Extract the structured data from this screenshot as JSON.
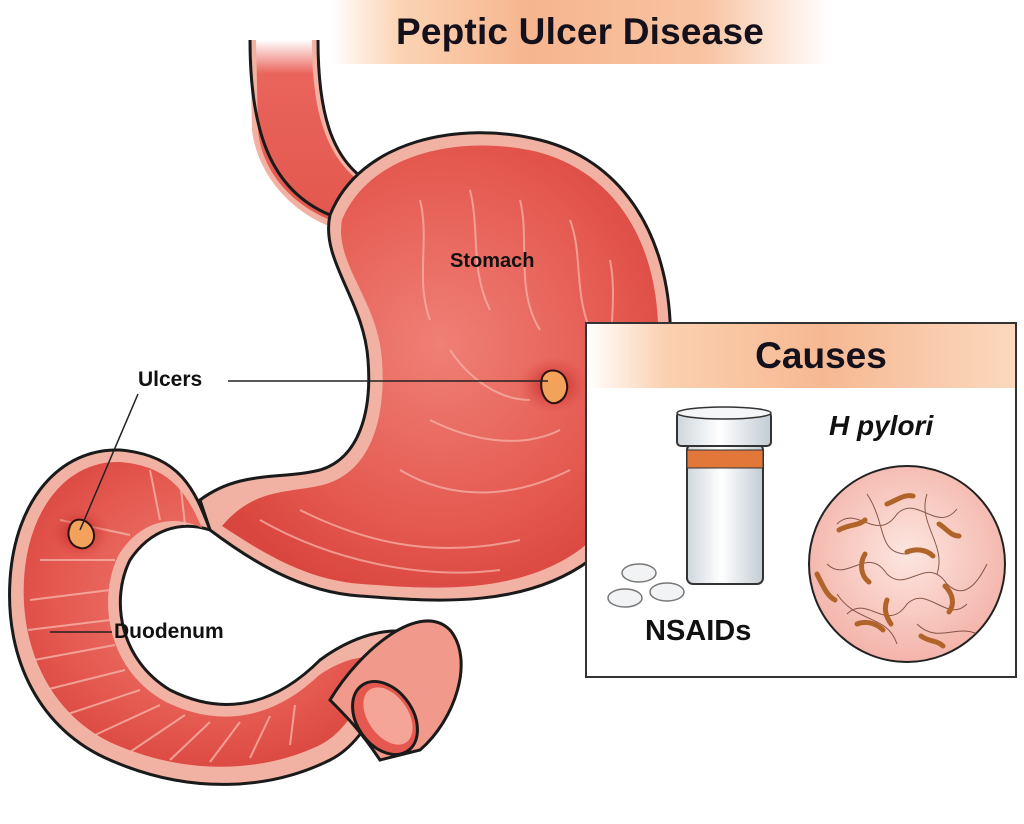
{
  "title": "Peptic Ulcer Disease",
  "labels": {
    "stomach": "Stomach",
    "ulcers": "Ulcers",
    "duodenum": "Duodenum"
  },
  "causes": {
    "heading": "Causes",
    "items": [
      {
        "label": "NSAIDs",
        "icon": "pill-bottle-icon"
      },
      {
        "label": "H pylori",
        "icon": "bacteria-icon"
      }
    ]
  },
  "colors": {
    "tissue": "#e8574f",
    "tissue_light": "#f5a898",
    "outline": "#1a1a1a",
    "band_accent": "#f6b58e",
    "bacteria": "#b0642a"
  }
}
